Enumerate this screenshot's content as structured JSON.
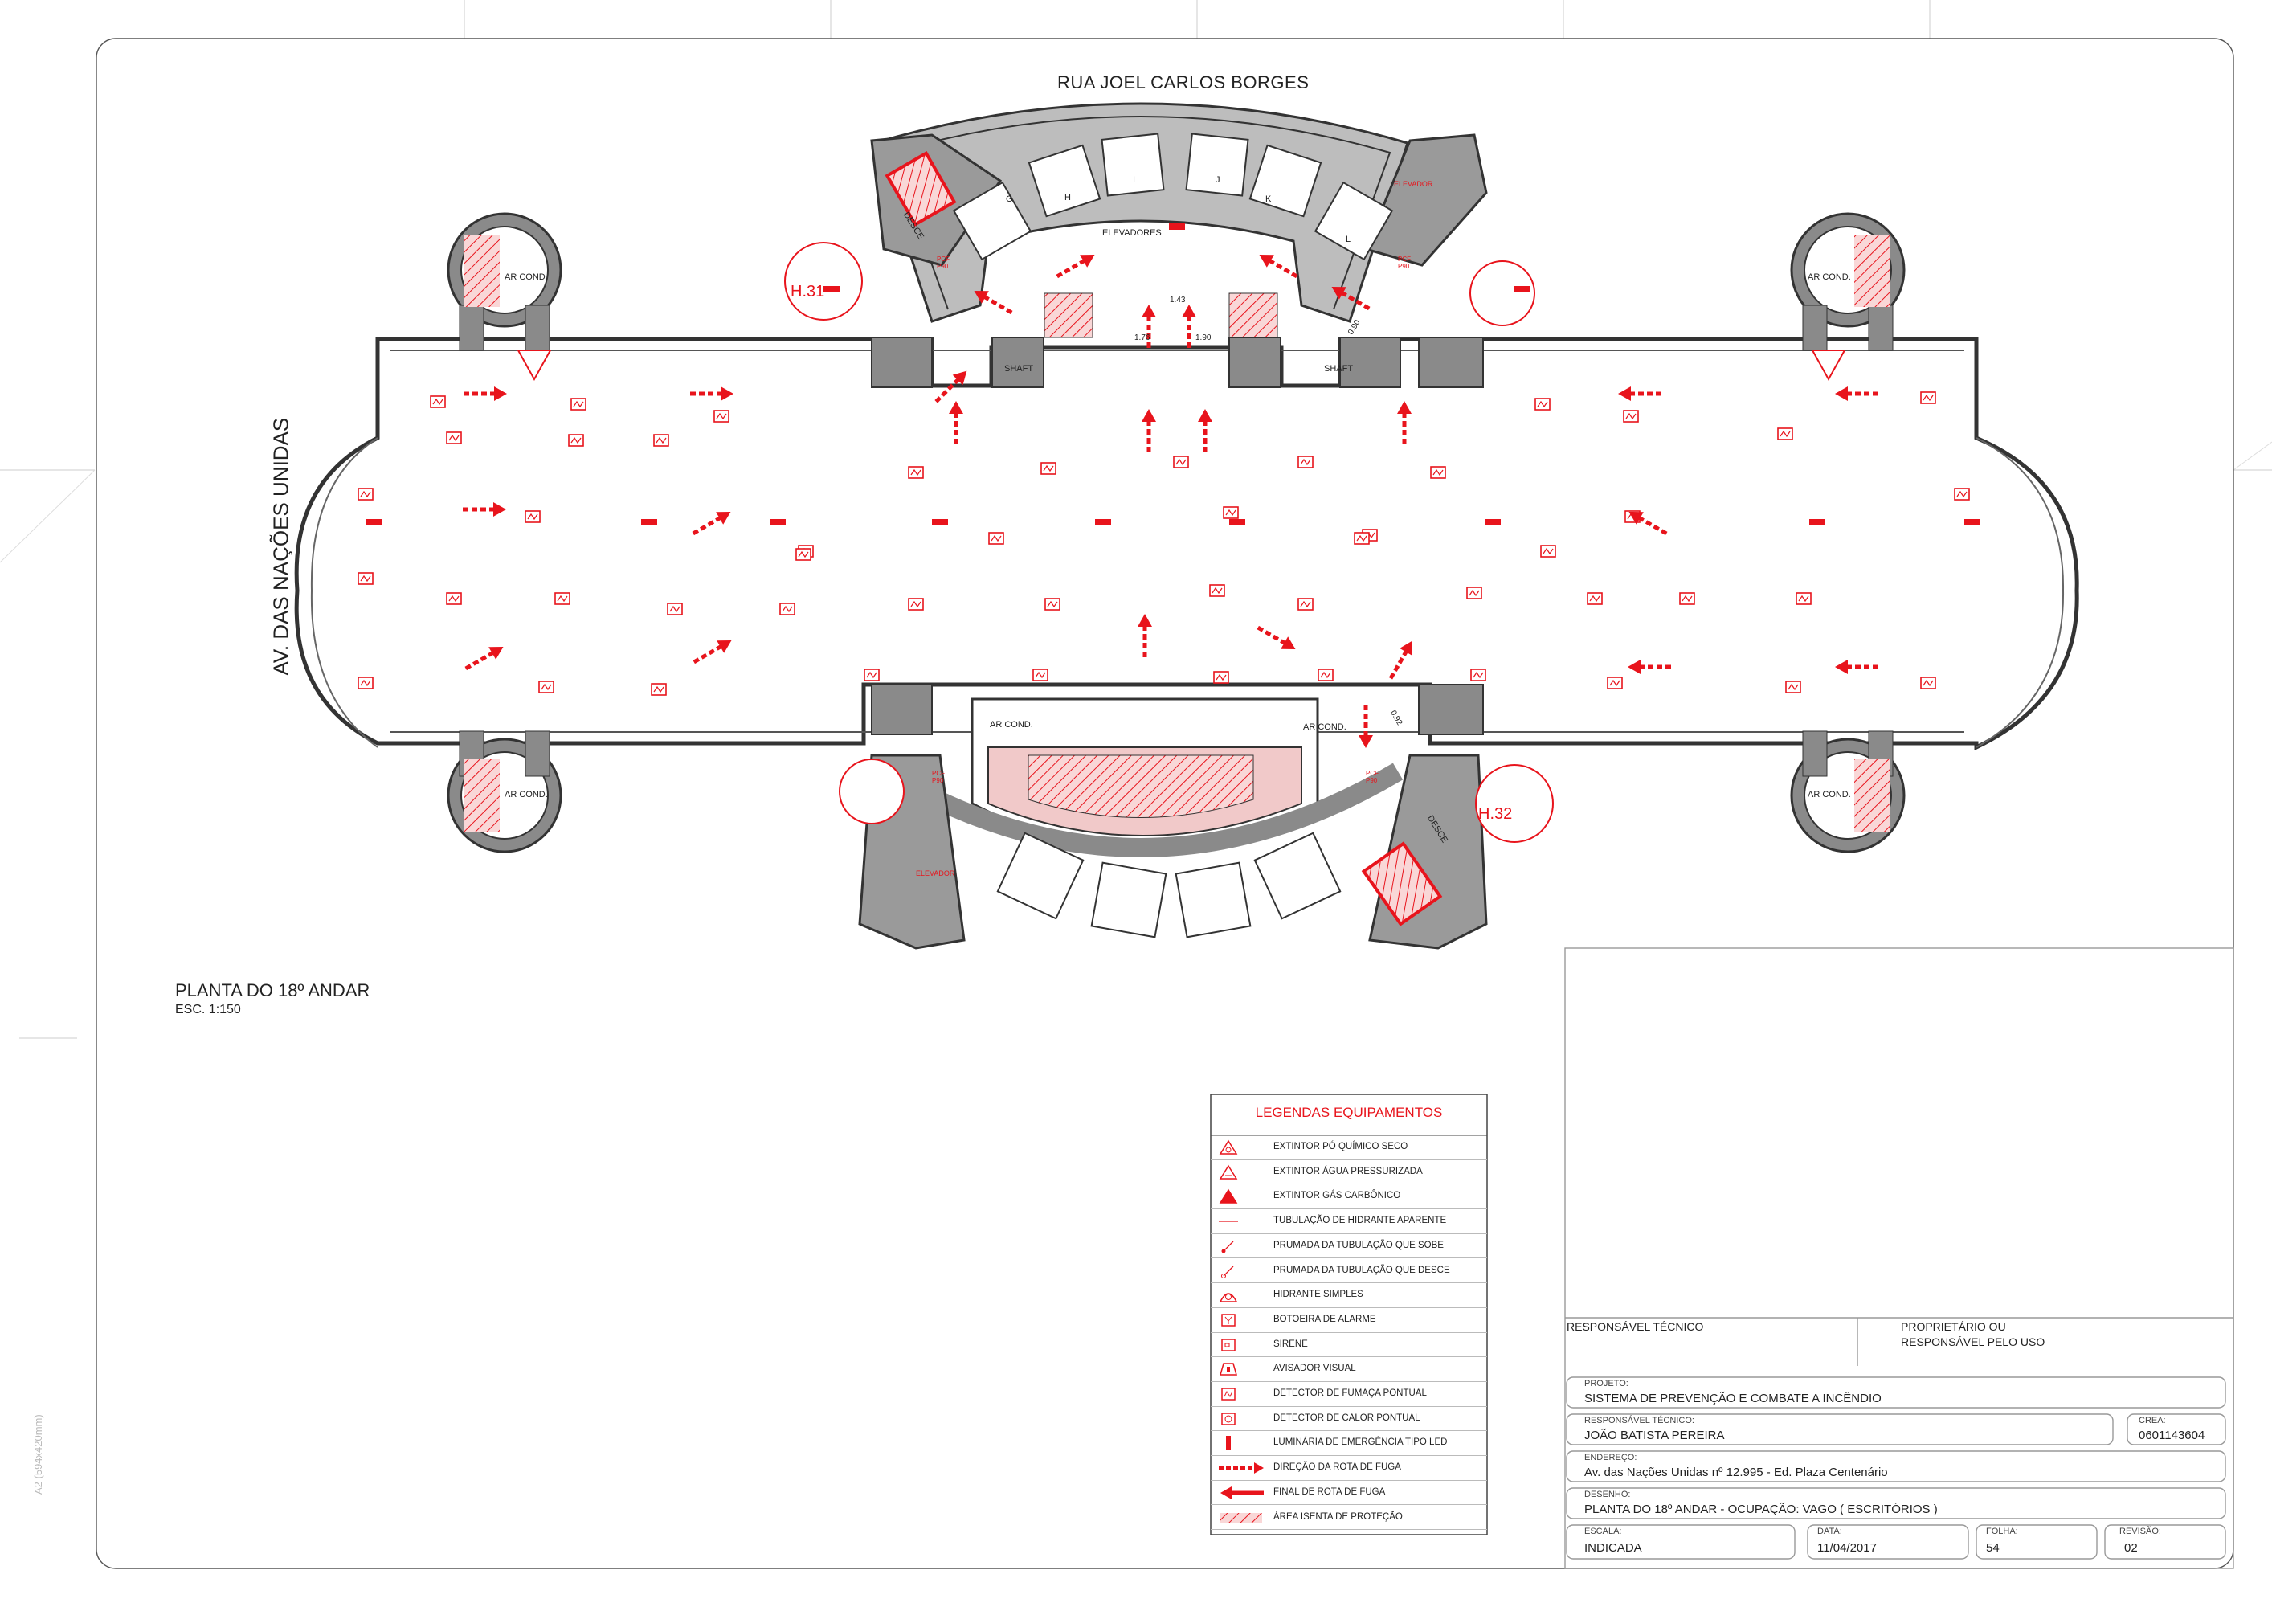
{
  "sheet": {
    "street_top": "RUA JOEL CARLOS BORGES",
    "street_left": "AV. DAS NAÇÕES UNIDAS",
    "format_note": "A2 (594x420mm)",
    "plan_title": "PLANTA DO 18º ANDAR",
    "plan_scale": "ESC. 1:150"
  },
  "plan": {
    "elevadores": "ELEVADORES",
    "elevator_letters": [
      "G",
      "H",
      "I",
      "J",
      "K",
      "L"
    ],
    "shaft": "SHAFT",
    "ar_cond": "AR COND.",
    "desce": "DESCE",
    "elevador": "ELEVADOR",
    "pcf": "PCF P90",
    "hydrant_a": "H.31",
    "hydrant_b": "H.32",
    "dims": [
      "1.43",
      "1.76",
      "1.90",
      "0.90",
      "0.92"
    ]
  },
  "legend": {
    "title": "LEGENDAS EQUIPAMENTOS",
    "items": [
      {
        "icon": "extinguisher-powder-icon",
        "label": "EXTINTOR PÓ QUÍMICO SECO"
      },
      {
        "icon": "extinguisher-water-icon",
        "label": "EXTINTOR ÁGUA PRESSURIZADA"
      },
      {
        "icon": "extinguisher-co2-icon",
        "label": "EXTINTOR GÁS CARBÔNICO"
      },
      {
        "icon": "hydrant-pipe-icon",
        "label": "TUBULAÇÃO DE HIDRANTE APARENTE"
      },
      {
        "icon": "riser-up-icon",
        "label": "PRUMADA DA TUBULAÇÃO QUE SOBE"
      },
      {
        "icon": "riser-down-icon",
        "label": "PRUMADA DA TUBULAÇÃO QUE DESCE"
      },
      {
        "icon": "hydrant-icon",
        "label": "HIDRANTE SIMPLES"
      },
      {
        "icon": "alarm-button-icon",
        "label": "BOTOEIRA DE ALARME"
      },
      {
        "icon": "siren-icon",
        "label": "SIRENE"
      },
      {
        "icon": "visual-alarm-icon",
        "label": "AVISADOR VISUAL"
      },
      {
        "icon": "smoke-detector-icon",
        "label": "DETECTOR DE FUMAÇA PONTUAL"
      },
      {
        "icon": "heat-detector-icon",
        "label": "DETECTOR DE CALOR PONTUAL"
      },
      {
        "icon": "emergency-light-icon",
        "label": "LUMINÁRIA DE EMERGÊNCIA TIPO LED"
      },
      {
        "icon": "escape-route-icon",
        "label": "DIREÇÃO DA ROTA DE FUGA"
      },
      {
        "icon": "route-end-icon",
        "label": "FINAL DE ROTA DE FUGA"
      },
      {
        "icon": "hatched-area-icon",
        "label": "ÁREA ISENTA DE PROTEÇÃO"
      }
    ]
  },
  "title_block": {
    "resp_tecnico_heading": "RESPONSÁVEL TÉCNICO",
    "proprietario_line1": "PROPRIETÁRIO OU",
    "proprietario_line2": "RESPONSÁVEL PELO USO",
    "projeto_label": "PROJETO:",
    "projeto_value": "SISTEMA DE PREVENÇÃO E COMBATE A INCÊNDIO",
    "responsavel_label": "RESPONSÁVEL TÉCNICO:",
    "responsavel_value": "JOÃO BATISTA PEREIRA",
    "crea_label": "CREA:",
    "crea_value": "0601143604",
    "endereco_label": "ENDEREÇO:",
    "endereco_value": "Av. das Nações Unidas nº 12.995 - Ed. Plaza Centenário",
    "desenho_label": "DESENHO:",
    "desenho_value": "PLANTA DO 18º ANDAR - OCUPAÇÃO: VAGO ( ESCRITÓRIOS )",
    "escala_label": "ESCALA:",
    "escala_value": "INDICADA",
    "data_label": "DATA:",
    "data_value": "11/04/2017",
    "folha_label": "FOLHA:",
    "folha_value": "54",
    "revisao_label": "REVISÃO:",
    "revisao_value": "02"
  },
  "colors": {
    "accent_red": "#e8141c",
    "line": "#333333",
    "wall_fill": "#8a8a8a",
    "hatch": "#e8141c"
  }
}
